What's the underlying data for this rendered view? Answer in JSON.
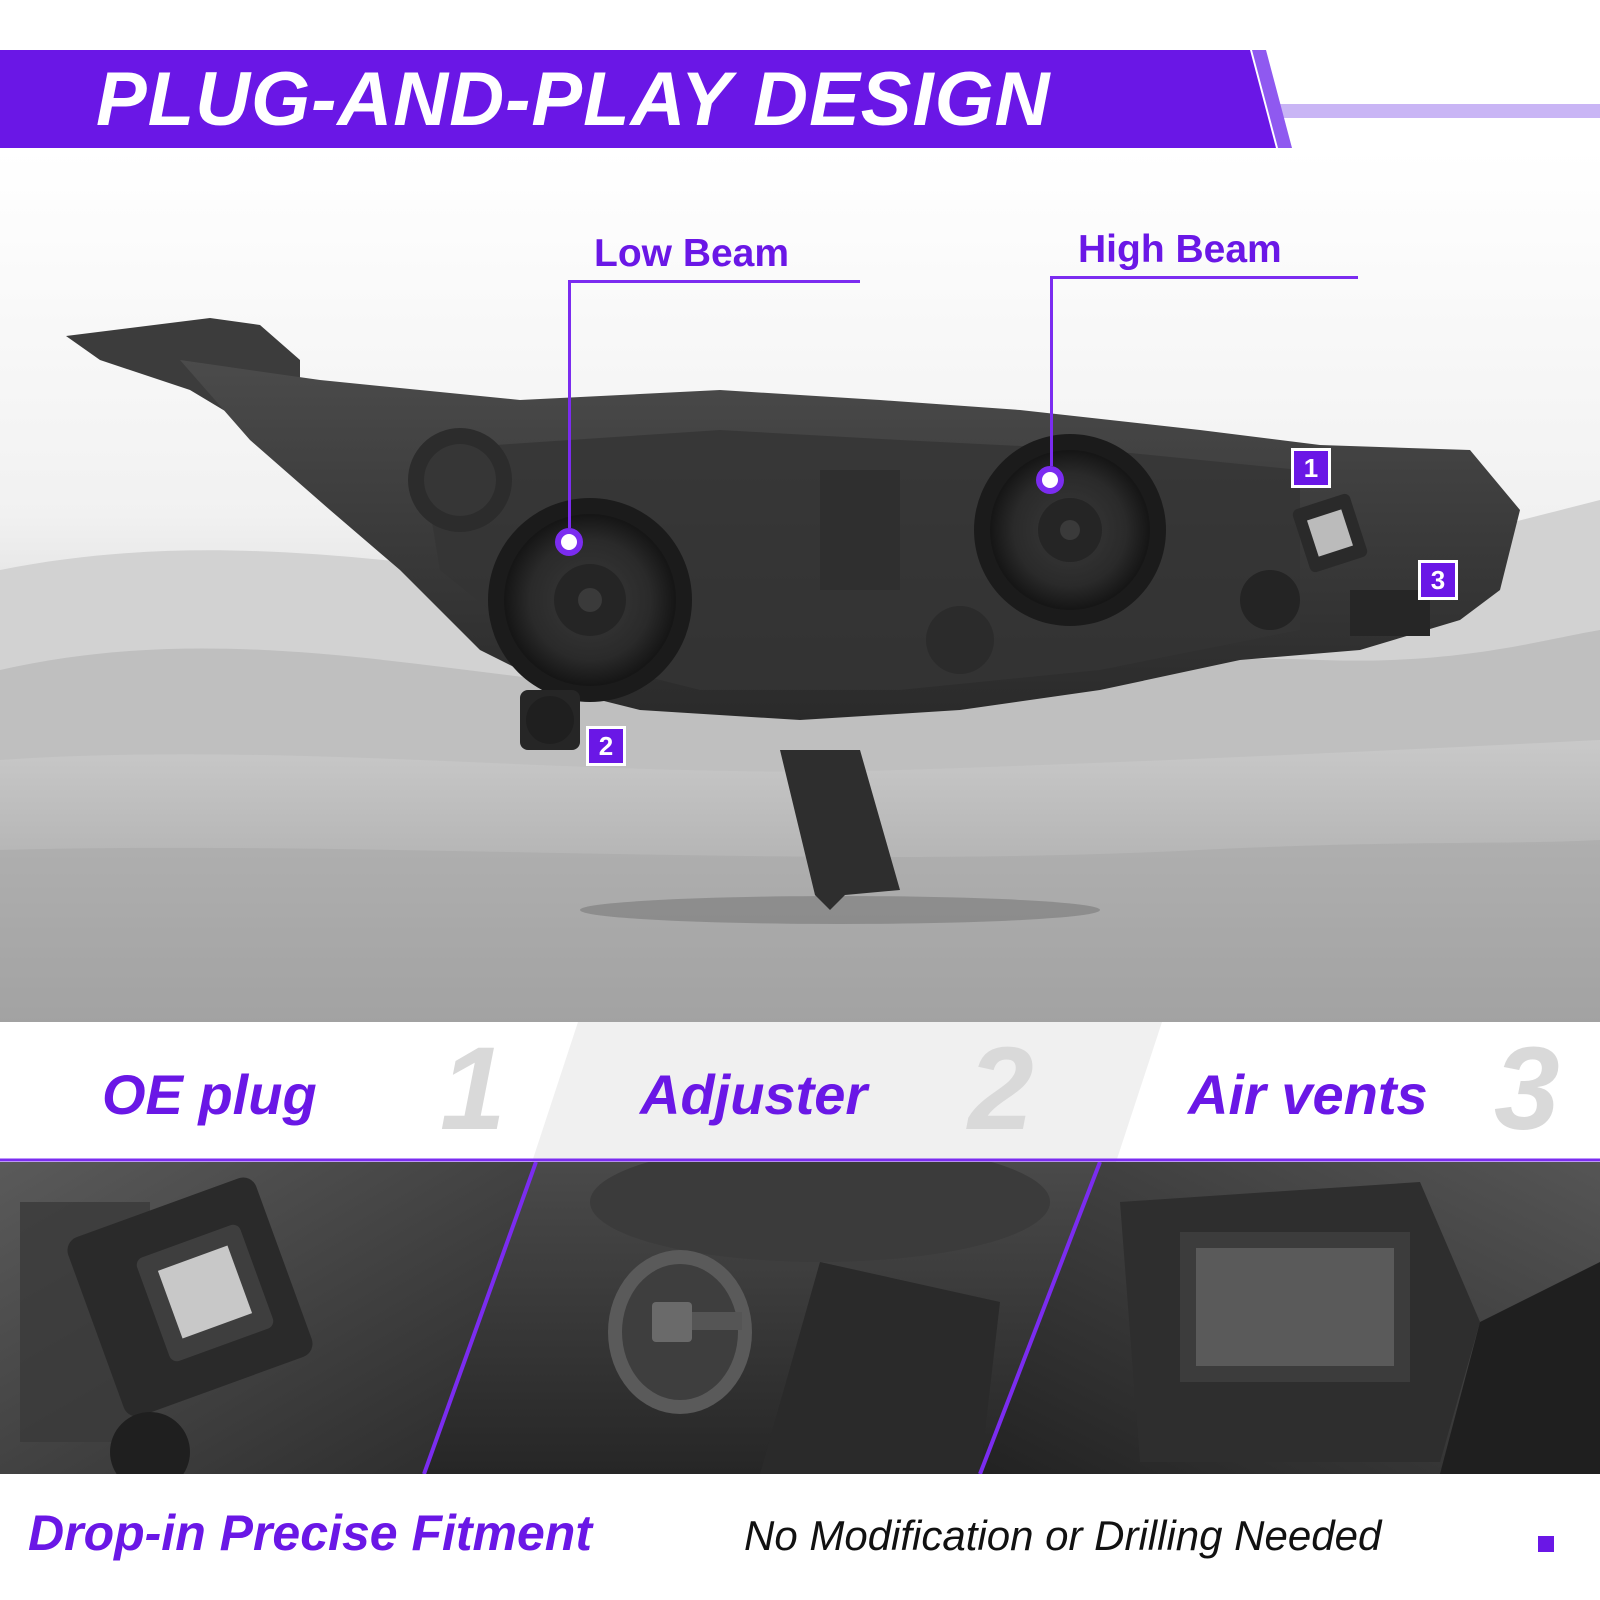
{
  "banner": {
    "title": "PLUG-AND-PLAY DESIGN"
  },
  "callouts": {
    "low_beam": "Low Beam",
    "high_beam": "High Beam"
  },
  "badges": [
    "1",
    "2",
    "3"
  ],
  "features": [
    {
      "label": "OE plug",
      "number": "1"
    },
    {
      "label": "Adjuster",
      "number": "2"
    },
    {
      "label": "Air vents",
      "number": "3"
    }
  ],
  "footer": {
    "title": "Drop-in Precise Fitment",
    "subtitle": "No Modification or Drilling Needed"
  },
  "colors": {
    "accent": "#6a17e6",
    "accent_light": "#7b2cf0",
    "number_grey": "#d9d9d9"
  }
}
